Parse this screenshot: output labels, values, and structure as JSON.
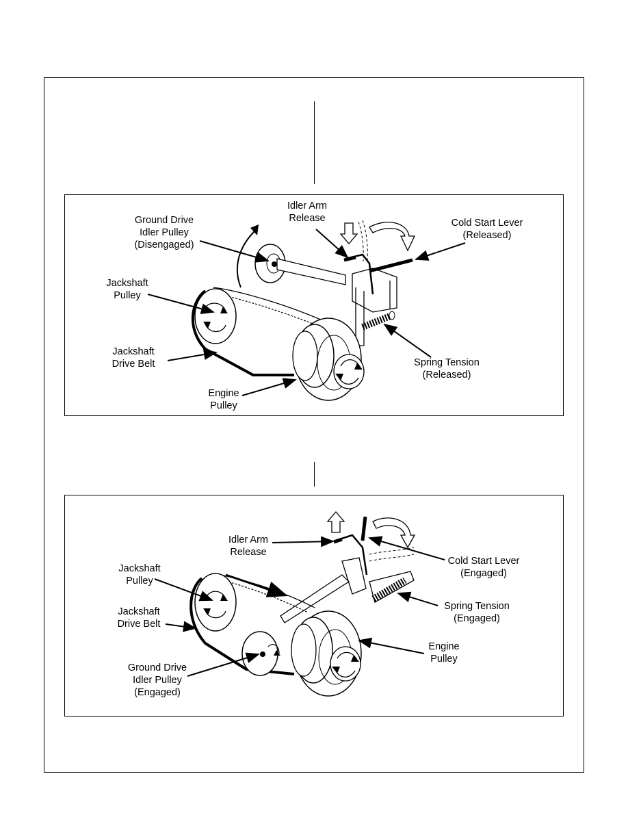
{
  "figures": [
    {
      "id": "released",
      "labels": {
        "idler_arm_release": [
          "Idler Arm",
          "Release"
        ],
        "ground_drive_idler_pulley": [
          "Ground Drive",
          "Idler Pulley",
          "(Disengaged)"
        ],
        "cold_start_lever": [
          "Cold Start Lever",
          "(Released)"
        ],
        "jackshaft_pulley": [
          "Jackshaft",
          "Pulley"
        ],
        "jackshaft_drive_belt": [
          "Jackshaft",
          "Drive Belt"
        ],
        "spring_tension": [
          "Spring Tension",
          "(Released)"
        ],
        "engine_pulley": [
          "Engine",
          "Pulley"
        ]
      }
    },
    {
      "id": "engaged",
      "labels": {
        "idler_arm_release": [
          "Idler Arm",
          "Release"
        ],
        "cold_start_lever": [
          "Cold Start Lever",
          "(Engaged)"
        ],
        "jackshaft_pulley": [
          "Jackshaft",
          "Pulley"
        ],
        "spring_tension": [
          "Spring Tension",
          "(Engaged)"
        ],
        "jackshaft_drive_belt": [
          "Jackshaft",
          "Drive Belt"
        ],
        "engine_pulley": [
          "Engine",
          "Pulley"
        ],
        "ground_drive_idler_pulley": [
          "Ground Drive",
          "Idler Pulley",
          "(Engaged)"
        ]
      }
    }
  ]
}
